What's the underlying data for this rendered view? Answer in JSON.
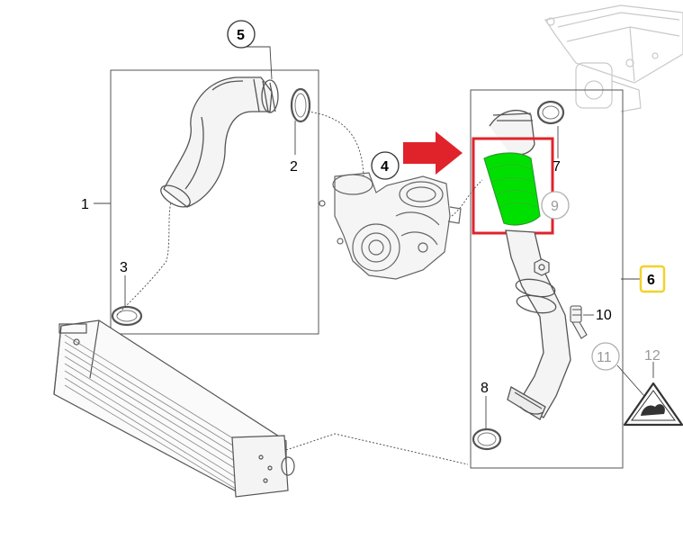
{
  "diagram": {
    "callouts": [
      {
        "id": "1",
        "text": "1"
      },
      {
        "id": "2",
        "text": "2"
      },
      {
        "id": "3",
        "text": "3"
      },
      {
        "id": "4",
        "text": "4"
      },
      {
        "id": "5",
        "text": "5"
      },
      {
        "id": "6",
        "text": "6"
      },
      {
        "id": "7",
        "text": "7"
      },
      {
        "id": "8",
        "text": "8"
      },
      {
        "id": "9",
        "text": "9"
      },
      {
        "id": "10",
        "text": "10"
      },
      {
        "id": "11",
        "text": "11"
      },
      {
        "id": "12",
        "text": "12"
      }
    ],
    "highlight": {
      "color": "#00e000",
      "box_color": "#e0232b",
      "arrow_color": "#e0232b"
    },
    "label_6_badge_color": "#f2d22a"
  }
}
